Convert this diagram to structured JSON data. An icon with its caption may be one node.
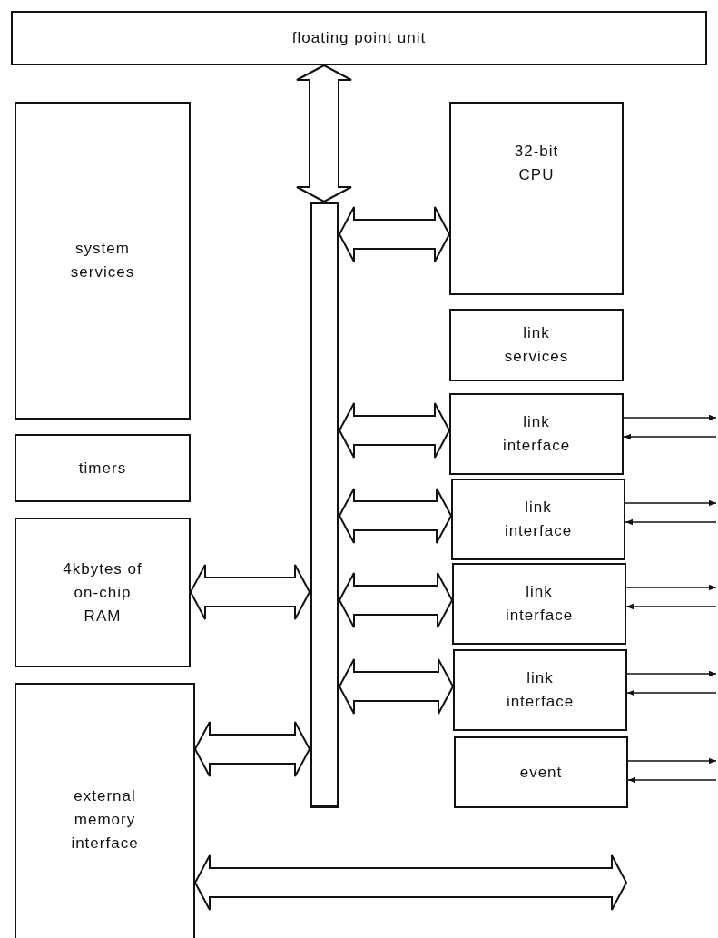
{
  "diagram": {
    "nodes": [
      {
        "text": [
          "floating point unit"
        ]
      },
      {
        "text": [
          "system services"
        ]
      },
      {
        "text": [
          "timers"
        ]
      },
      {
        "text": [
          "4kbytes of on-chip RAM"
        ]
      },
      {
        "text": [
          "external memory interface"
        ]
      },
      {
        "text": [],
        "shape": "bar"
      },
      {
        "text": [
          "32-bit CPU"
        ]
      },
      {
        "text": [
          "link services"
        ]
      },
      {
        "text": [
          "link interface"
        ]
      },
      {
        "text": [
          "link interface"
        ]
      },
      {
        "text": [
          "link interface"
        ]
      },
      {
        "text": [
          "link interface"
        ]
      },
      {
        "text": [
          "event"
        ]
      }
    ],
    "edges": [
      {
        "from": 0,
        "to": 5,
        "arrow": "both",
        "style": "thick"
      },
      {
        "from": 5,
        "to": 6,
        "arrow": "both",
        "style": "thick"
      },
      {
        "from": 5,
        "to": 8,
        "arrow": "both",
        "style": "thick"
      },
      {
        "from": 5,
        "to": 9,
        "arrow": "both",
        "style": "thick"
      },
      {
        "from": 5,
        "to": 10,
        "arrow": "both",
        "style": "thick"
      },
      {
        "from": 5,
        "to": 11,
        "arrow": "both",
        "style": "thick"
      },
      {
        "from": 3,
        "to": 5,
        "arrow": "both",
        "style": "thick"
      },
      {
        "from": 4,
        "to": 5,
        "arrow": "both",
        "style": "thick"
      },
      {
        "from": 4,
        "to": null,
        "arrow": "both",
        "style": "thick"
      },
      {
        "from": 8,
        "to": null,
        "arrow": "to"
      },
      {
        "from": null,
        "to": 8,
        "arrow": "to"
      },
      {
        "from": 9,
        "to": null,
        "arrow": "to"
      },
      {
        "from": null,
        "to": 9,
        "arrow": "to"
      },
      {
        "from": 10,
        "to": null,
        "arrow": "to"
      },
      {
        "from": null,
        "to": 10,
        "arrow": "to"
      },
      {
        "from": 11,
        "to": null,
        "arrow": "to"
      },
      {
        "from": null,
        "to": 11,
        "arrow": "to"
      },
      {
        "from": 12,
        "to": null,
        "arrow": "to"
      },
      {
        "from": null,
        "to": 12,
        "arrow": "to"
      }
    ]
  }
}
